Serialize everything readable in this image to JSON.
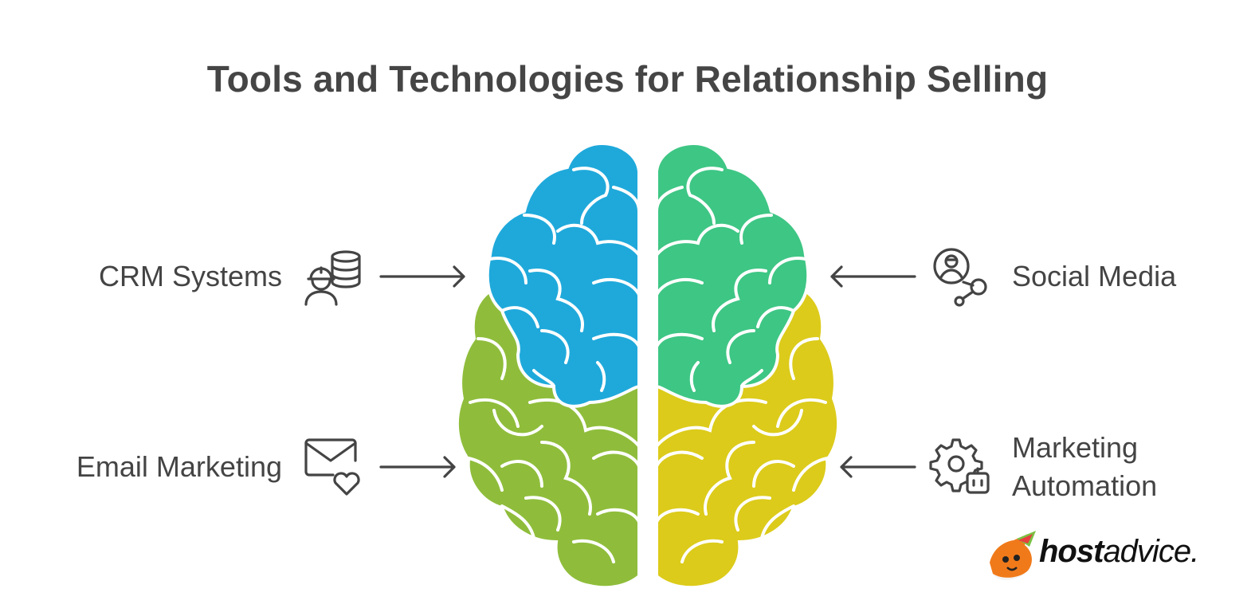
{
  "title": "Tools and Technologies for Relationship Selling",
  "items": [
    {
      "label": "CRM Systems",
      "icon": "crm-database-user-icon",
      "side": "left"
    },
    {
      "label": "Email Marketing",
      "icon": "envelope-heart-icon",
      "side": "left"
    },
    {
      "label": "Social Media",
      "icon": "social-network-user-icon",
      "side": "right"
    },
    {
      "label_line1": "Marketing",
      "label_line2": "Automation",
      "icon": "gear-robot-icon",
      "side": "right"
    }
  ],
  "logo": {
    "bold": "host",
    "regular": "advice."
  },
  "colors": {
    "blue": "#1fa9db",
    "green": "#3ec684",
    "lime": "#8fbd3b",
    "yellow": "#dccb1a",
    "text": "#444444"
  }
}
